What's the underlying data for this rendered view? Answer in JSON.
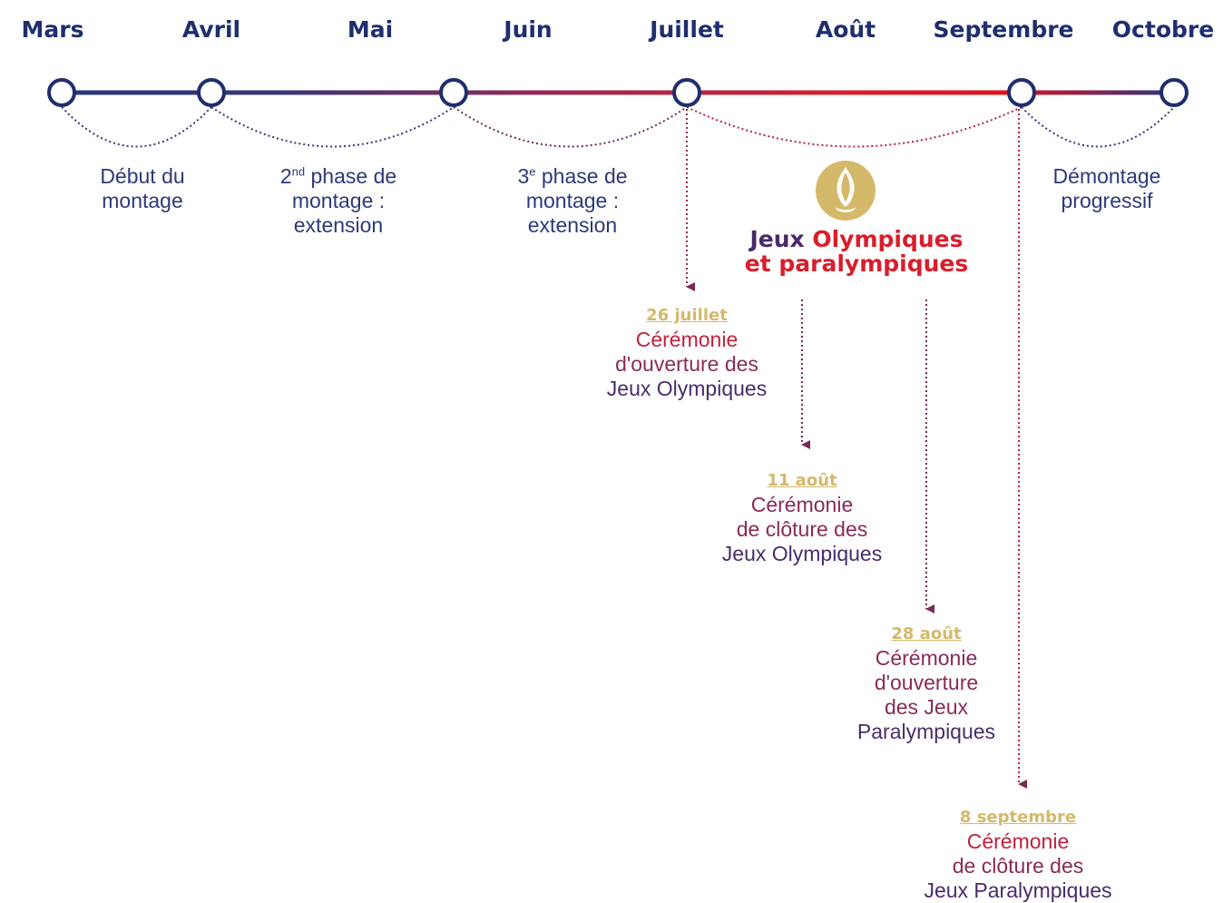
{
  "months": [
    "Mars",
    "Avril",
    "Mai",
    "Juin",
    "Juillet",
    "Août",
    "Septembre",
    "Octobre"
  ],
  "phases": {
    "p1": [
      "Début du",
      "montage"
    ],
    "p2": {
      "num": "2",
      "sup": "nd",
      "rest": " phase de",
      "l2": "montage :",
      "l3": "extension"
    },
    "p3": {
      "num": "3",
      "sup": "e",
      "rest": " phase de",
      "l2": "montage :",
      "l3": "extension"
    },
    "p4": [
      "Démontage",
      "progressif"
    ]
  },
  "games": {
    "title_part1": "Jeux ",
    "title_part2": "Olympiques",
    "title_line2": "et paralympiques"
  },
  "events": [
    {
      "date": "26 juillet",
      "lines": [
        "Cérémonie",
        "d'ouverture des",
        "Jeux Olympiques"
      ]
    },
    {
      "date": "11 août",
      "lines": [
        "Cérémonie",
        "de clôture des",
        "Jeux Olympiques"
      ]
    },
    {
      "date": "28 août",
      "lines": [
        "Cérémonie",
        "d'ouverture",
        "des Jeux",
        "Paralympiques"
      ]
    },
    {
      "date": "8 septembre",
      "lines": [
        "Cérémonie",
        "de clôture des",
        "Jeux Paralympiques"
      ]
    }
  ],
  "colors": {
    "navy": "#1f2e6e",
    "purple": "#4a2c6a",
    "red": "#e0141e",
    "gold": "#d4b96a"
  }
}
